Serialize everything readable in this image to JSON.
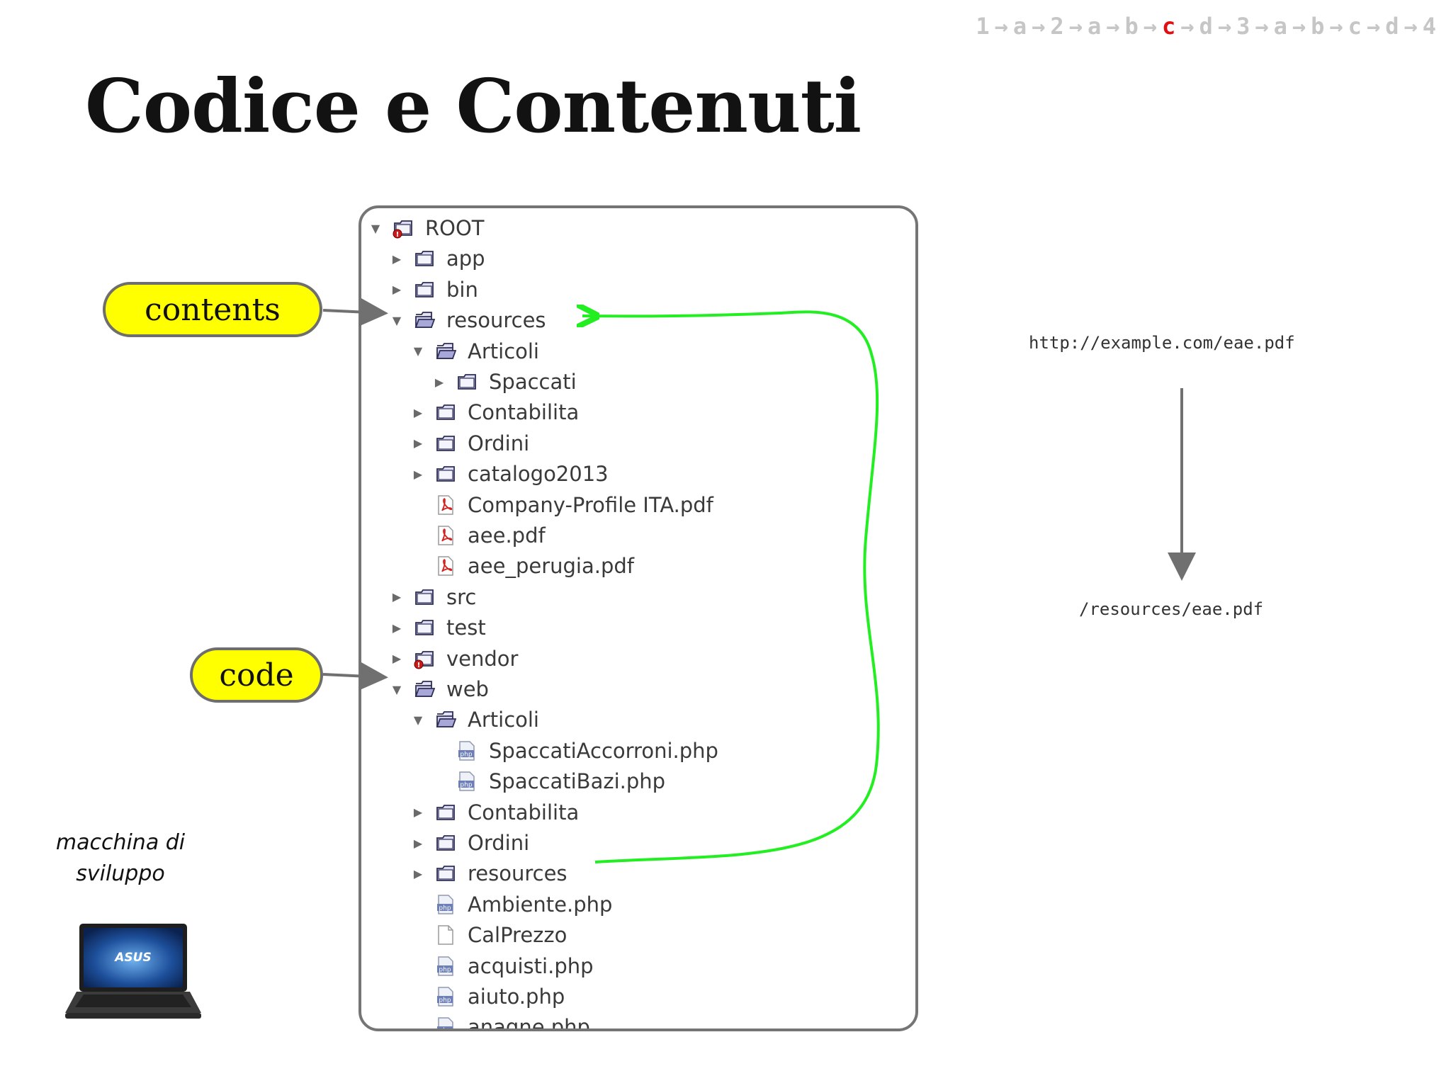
{
  "breadcrumb": [
    {
      "label": "1",
      "current": false
    },
    {
      "label": "a",
      "current": false
    },
    {
      "label": "2",
      "current": false
    },
    {
      "label": "a",
      "current": false
    },
    {
      "label": "b",
      "current": false
    },
    {
      "label": "c",
      "current": true
    },
    {
      "label": "d",
      "current": false
    },
    {
      "label": "3",
      "current": false
    },
    {
      "label": "a",
      "current": false
    },
    {
      "label": "b",
      "current": false
    },
    {
      "label": "c",
      "current": false
    },
    {
      "label": "d",
      "current": false
    },
    {
      "label": "4",
      "current": false
    }
  ],
  "breadcrumb_separator": "→",
  "title": "Codice e Contenuti",
  "tree": [
    {
      "label": "ROOT",
      "icon": "project-root-icon",
      "expander": "expanded",
      "depth": 0
    },
    {
      "label": "app",
      "icon": "folder-icon",
      "expander": "collapsed",
      "depth": 1
    },
    {
      "label": "bin",
      "icon": "folder-icon",
      "expander": "collapsed",
      "depth": 1
    },
    {
      "label": "resources",
      "icon": "open-folder-icon",
      "expander": "expanded",
      "depth": 1
    },
    {
      "label": "Articoli",
      "icon": "open-folder-icon",
      "expander": "expanded",
      "depth": 2
    },
    {
      "label": "Spaccati",
      "icon": "folder-icon",
      "expander": "collapsed",
      "depth": 3
    },
    {
      "label": "Contabilita",
      "icon": "folder-icon",
      "expander": "collapsed",
      "depth": 2
    },
    {
      "label": "Ordini",
      "icon": "folder-icon",
      "expander": "collapsed",
      "depth": 2
    },
    {
      "label": "catalogo2013",
      "icon": "folder-icon",
      "expander": "collapsed",
      "depth": 2
    },
    {
      "label": "Company-Profile ITA.pdf",
      "icon": "pdf-file-icon",
      "expander": "none",
      "depth": 2
    },
    {
      "label": "aee.pdf",
      "icon": "pdf-file-icon",
      "expander": "none",
      "depth": 2
    },
    {
      "label": "aee_perugia.pdf",
      "icon": "pdf-file-icon",
      "expander": "none",
      "depth": 2
    },
    {
      "label": "src",
      "icon": "folder-icon",
      "expander": "collapsed",
      "depth": 1
    },
    {
      "label": "test",
      "icon": "folder-icon",
      "expander": "collapsed",
      "depth": 1
    },
    {
      "label": "vendor",
      "icon": "vendor-folder-icon",
      "expander": "collapsed",
      "depth": 1
    },
    {
      "label": "web",
      "icon": "open-folder-icon",
      "expander": "expanded",
      "depth": 1
    },
    {
      "label": "Articoli",
      "icon": "open-folder-icon",
      "expander": "expanded",
      "depth": 2
    },
    {
      "label": "SpaccatiAccorroni.php",
      "icon": "php-file-icon",
      "expander": "none",
      "depth": 3
    },
    {
      "label": "SpaccatiBazi.php",
      "icon": "php-file-icon",
      "expander": "none",
      "depth": 3
    },
    {
      "label": "Contabilita",
      "icon": "folder-icon",
      "expander": "collapsed",
      "depth": 2
    },
    {
      "label": "Ordini",
      "icon": "folder-icon",
      "expander": "collapsed",
      "depth": 2
    },
    {
      "label": "resources",
      "icon": "folder-icon",
      "expander": "collapsed",
      "depth": 2
    },
    {
      "label": "Ambiente.php",
      "icon": "php-file-icon",
      "expander": "none",
      "depth": 2
    },
    {
      "label": "CalPrezzo",
      "icon": "blank-file-icon",
      "expander": "none",
      "depth": 2
    },
    {
      "label": "acquisti.php",
      "icon": "php-file-icon",
      "expander": "none",
      "depth": 2
    },
    {
      "label": "aiuto.php",
      "icon": "php-file-icon",
      "expander": "none",
      "depth": 2
    },
    {
      "label": "anagne.php",
      "icon": "php-file-icon",
      "expander": "none",
      "depth": 2
    }
  ],
  "callouts": {
    "contents": "contents",
    "code": "code"
  },
  "mapping": {
    "url": "http://example.com/eae.pdf",
    "path": "/resources/eae.pdf"
  },
  "caption": {
    "line1": "macchina di",
    "line2": "sviluppo"
  },
  "laptop_brand": "ASUS",
  "colors": {
    "callout_fill": "#ffff00",
    "link_arrow": "#22ee22",
    "current_step": "#e01010",
    "breadcrumb_inactive": "#c6c6c6"
  }
}
